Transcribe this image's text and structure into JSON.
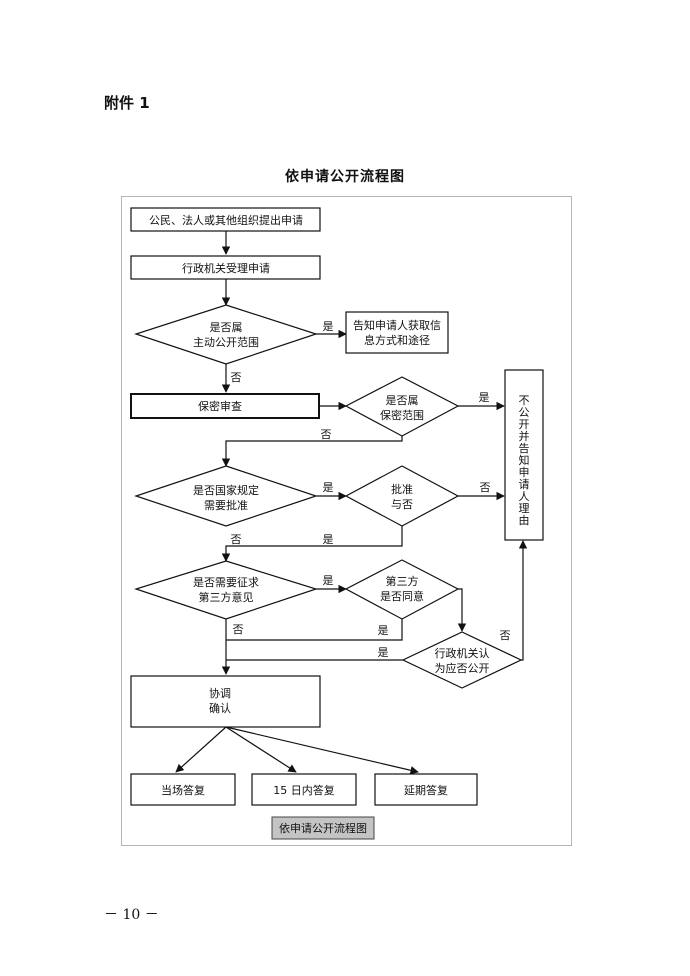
{
  "page": {
    "attachment_label": "附件 1",
    "title": "依申请公开流程图",
    "page_number": "－ 10 －"
  },
  "nodes": {
    "submit": "公民、法人或其他组织提出申请",
    "accept": "行政机关受理申请",
    "proactive": [
      "是否属",
      "主动公开范围"
    ],
    "inform_method": [
      "告知申请人获取信",
      "息方式和途径"
    ],
    "secrecy_review": "保密审查",
    "secrecy_scope": [
      "是否属",
      "保密范围"
    ],
    "not_public": "不公开并告知申请人理由",
    "needs_approval": [
      "是否国家规定",
      "需要批准"
    ],
    "approve": [
      "批准",
      "与否"
    ],
    "third_party": [
      "是否需要征求",
      "第三方意见"
    ],
    "third_agree": [
      "第三方",
      "是否同意"
    ],
    "agency_decide": [
      "行政机关认",
      "为应否公开"
    ],
    "coordinate": [
      "协调",
      "确认"
    ],
    "reply_now": "当场答复",
    "reply_15": "15 日内答复",
    "reply_later": "延期答复",
    "caption": "依申请公开流程图"
  },
  "labels": {
    "yes": "是",
    "no": "否"
  }
}
